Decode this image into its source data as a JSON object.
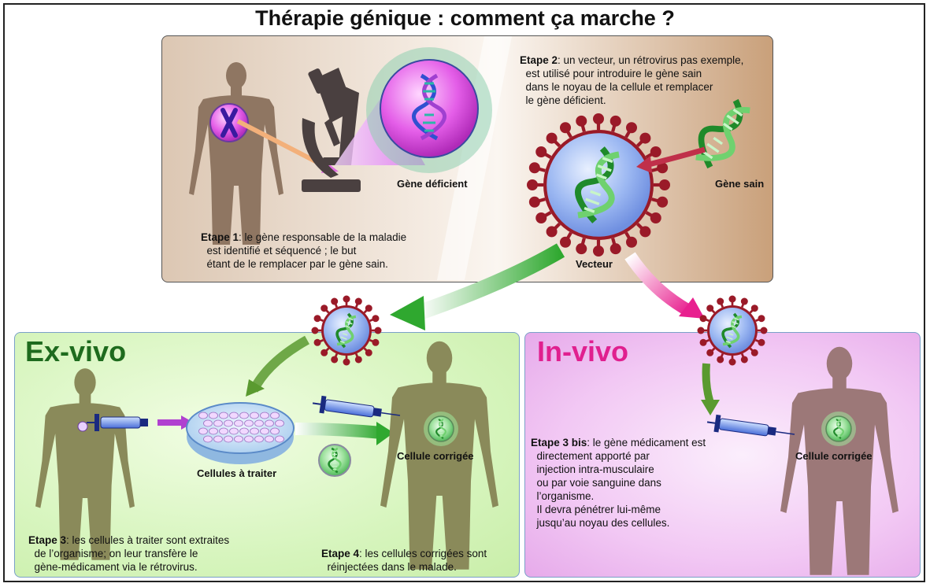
{
  "title": "Thérapie génique : comment ça marche ?",
  "step1": {
    "label": "Etape 1",
    "text": ": le gène responsable de la maladie\n  est identifié et séquencé ; le but\n  étant de le remplacer par le gène sain."
  },
  "step2": {
    "label": "Etape 2",
    "text": ": un vecteur, un rétrovirus pas exemple,\n  est utilisé pour introduire le gène sain\n  dans le noyau de la cellule et remplacer\n  le gène déficient."
  },
  "labels": {
    "defective_gene": "Gène déficient",
    "healthy_gene": "Gène sain",
    "vector": "Vecteur",
    "cells_to_treat": "Cellules à traiter",
    "corrected_cell_ex": "Cellule corrigée",
    "corrected_cell_in": "Cellule corrigée"
  },
  "ex_vivo": {
    "heading": "Ex-vivo",
    "step3": {
      "label": "Etape 3",
      "text": ": les cellules à traiter sont extraites\n  de l’organisme; on leur transfère le\n  gène-médicament via le rétrovirus."
    },
    "step4": {
      "label": "Etape 4",
      "text": ": les cellules corrigées sont\n  réinjectées dans le malade."
    }
  },
  "in_vivo": {
    "heading": "In-vivo",
    "step3bis": {
      "label": "Etape 3 bis",
      "text": ": le gène médicament est\n  directement apporté par\n  injection intra-musculaire\n  ou par voie sanguine dans\n  l’organisme.\n  Il devra pénétrer lui-même\n  jusqu’au noyau des cellules."
    }
  },
  "colors": {
    "ex_heading": "#1e6b1e",
    "in_heading": "#e0208f",
    "body_brown": "#8f7662",
    "body_olive": "#8a8a5a",
    "body_mauve": "#9c7878",
    "virus_red": "#9a1a28",
    "virus_blue": "#8aaef0",
    "dna_green": "#3aa83a"
  }
}
